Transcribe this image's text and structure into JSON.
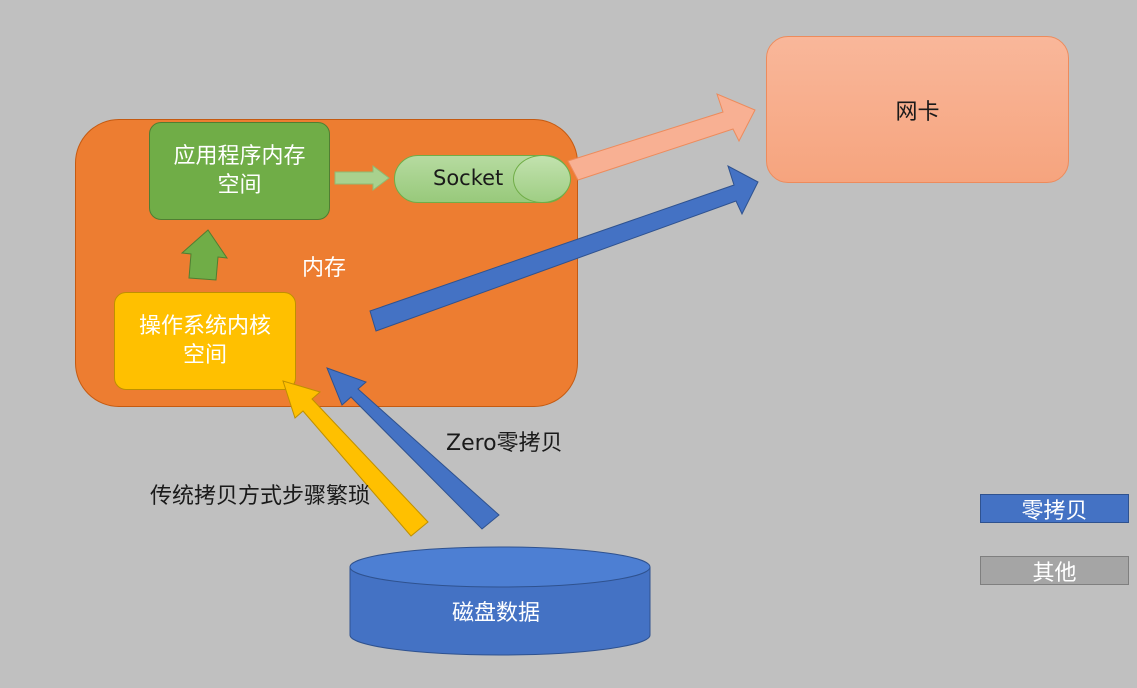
{
  "nodes": {
    "memory": {
      "label": "内存"
    },
    "app_space": {
      "label": "应用程序内存\n空间"
    },
    "kernel_space": {
      "label": "操作系统内核\n空间"
    },
    "socket": {
      "label": "Socket"
    },
    "nic": {
      "label": "网卡"
    },
    "disk": {
      "label": "磁盘数据"
    }
  },
  "annotations": {
    "zero_copy_path": "Zero零拷贝",
    "traditional_path": "传统拷贝方式步骤繁琐"
  },
  "legend": [
    {
      "label": "零拷贝",
      "color": "#4472c4"
    },
    {
      "label": "其他",
      "color": "#a5a5a5"
    }
  ],
  "colors": {
    "background": "#c0c0c0",
    "memory": "#ed7d31",
    "app_space": "#70ad47",
    "kernel_space": "#ffc000",
    "socket": "#a9d18e",
    "nic": "#f8b093",
    "disk": "#4472c4",
    "zero_copy": "#4472c4",
    "other": "#a5a5a5"
  }
}
